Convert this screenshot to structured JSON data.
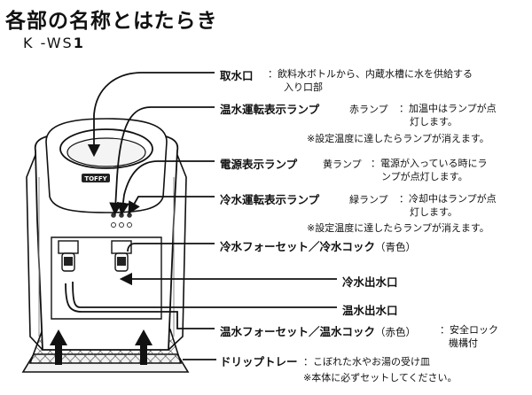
{
  "header": {
    "title": "各部の名称とはたらき",
    "model_prefix": "K -WS",
    "model_suffix": "1"
  },
  "device_logo_text": "TOFFY",
  "parts": [
    {
      "label": "取水口",
      "desc_lines": [
        "：飲料水ボトルから、内蔵水槽に水を供給する",
        "入り口部"
      ]
    },
    {
      "label": "温水運転表示ランプ",
      "color_label": "赤ランプ",
      "desc_lines": [
        "：加温中はランプが点",
        "灯します。"
      ],
      "note": "※設定温度に達したらランプが消えます。"
    },
    {
      "label": "電源表示ランプ",
      "color_label": "黄ランプ",
      "desc_lines": [
        "：電源が入っている時にラ",
        "ンプが点灯します。"
      ]
    },
    {
      "label": "冷水運転表示ランプ",
      "color_label": "緑ランプ",
      "desc_lines": [
        "：冷却中はランプが点",
        "灯します。"
      ],
      "note": "※設定温度に達したらランプが消えます。"
    },
    {
      "label": "冷水フォーセット／冷水コック",
      "paren": "（青色）"
    },
    {
      "label": "冷水出水口"
    },
    {
      "label": "温水出水口"
    },
    {
      "label": "温水フォーセット／温水コック",
      "paren": "（赤色）",
      "desc_lines": [
        "：安全ロック",
        "機構付"
      ]
    },
    {
      "label": "ドリップトレー",
      "desc_lines": [
        "：こぼれた水やお湯の受け皿"
      ],
      "note": "※本体に必ずセットしてください。"
    }
  ]
}
